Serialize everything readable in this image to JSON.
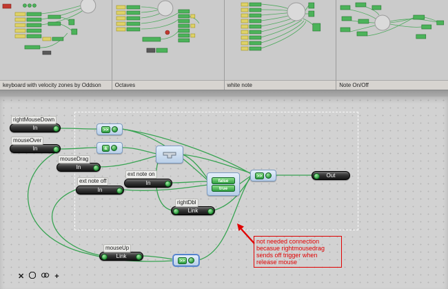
{
  "tabs": [
    {
      "label": "keyboard with velocity zones by Oddson"
    },
    {
      "label": "Octaves"
    },
    {
      "label": "white note"
    },
    {
      "label": "Note On/Off"
    }
  ],
  "canvas": {
    "captions": {
      "rightMouseDown": "rightMouseDown",
      "mouseOver": "mouseOver",
      "mouseDrag": "mouseDrag",
      "extNoteOff": "ext note off",
      "extNoteOn": "ext note on",
      "rightDbl": "rightDbl",
      "mouseUp": "mouseUp"
    },
    "pills": {
      "in": "In",
      "out": "Out",
      "link": "Link"
    },
    "ops": {
      "shift": ">>",
      "and": "&",
      "false": "false",
      "true": "true"
    },
    "annotation": "not needed connection becasue rightmousedrag sends off trigger when release mouse",
    "colors": {
      "wire": "#2fa14b",
      "annotation": "#e00000",
      "node_glass": "#b9cfe8",
      "port_green": "#36a647"
    }
  },
  "toolbar": {
    "icons": [
      {
        "name": "delete",
        "glyph": "✕"
      },
      {
        "name": "polygon"
      },
      {
        "name": "link"
      },
      {
        "name": "add",
        "glyph": "+"
      }
    ]
  }
}
